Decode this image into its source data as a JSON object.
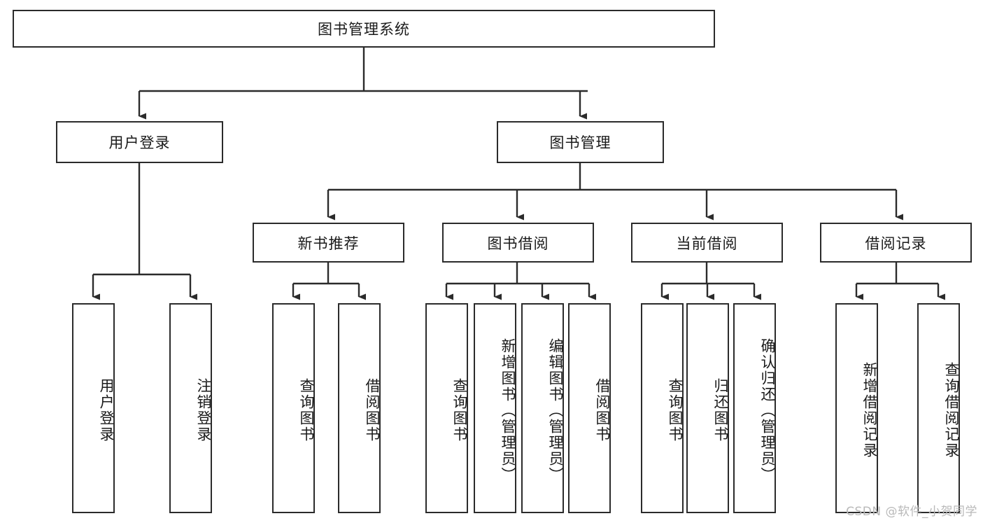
{
  "diagram": {
    "type": "tree",
    "title": "图书管理系统",
    "watermark": "CSDN @软件_小贺同学",
    "root": {
      "label": "图书管理系统"
    },
    "level2": [
      {
        "label": "用户登录"
      },
      {
        "label": "图书管理"
      }
    ],
    "level3": [
      {
        "label": "新书推荐"
      },
      {
        "label": "图书借阅"
      },
      {
        "label": "当前借阅"
      },
      {
        "label": "借阅记录"
      }
    ],
    "leaves": {
      "user_login": [
        {
          "label": "用户登录"
        },
        {
          "label": "注销登录"
        }
      ],
      "new_book_recommend": [
        {
          "label": "查询图书"
        },
        {
          "label": "借阅图书"
        }
      ],
      "book_borrow": [
        {
          "label": "查询图书"
        },
        {
          "label": "新增图书（管理员）"
        },
        {
          "label": "编辑图书（管理员）"
        },
        {
          "label": "借阅图书"
        }
      ],
      "current_borrow": [
        {
          "label": "查询图书"
        },
        {
          "label": "归还图书"
        },
        {
          "label": "确认归还（管理员）"
        }
      ],
      "borrow_record": [
        {
          "label": "新增借阅记录"
        },
        {
          "label": "查询借阅记录"
        }
      ]
    },
    "colors": {
      "stroke": "#2b2b2b",
      "fill": "#ffffff",
      "text": "#1a1a1a",
      "watermark": "#b9b9b9"
    }
  }
}
